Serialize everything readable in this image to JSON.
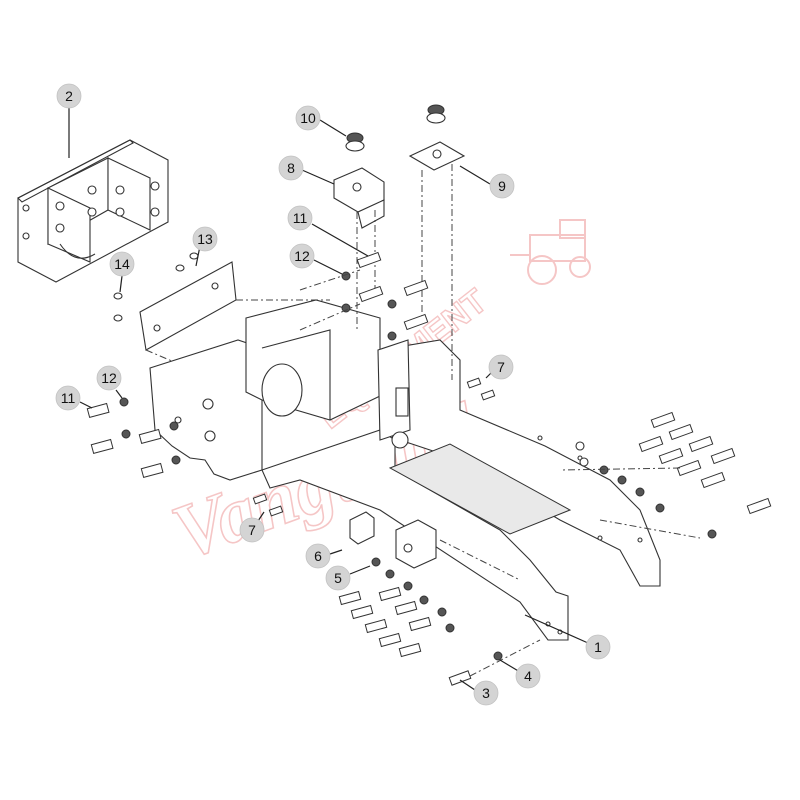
{
  "diagram": {
    "callouts": [
      {
        "id": "c1",
        "label": "1"
      },
      {
        "id": "c2",
        "label": "2"
      },
      {
        "id": "c3",
        "label": "3"
      },
      {
        "id": "c4",
        "label": "4"
      },
      {
        "id": "c5",
        "label": "5"
      },
      {
        "id": "c6",
        "label": "6"
      },
      {
        "id": "c7a",
        "label": "7"
      },
      {
        "id": "c7b",
        "label": "7"
      },
      {
        "id": "c8",
        "label": "8"
      },
      {
        "id": "c9",
        "label": "9"
      },
      {
        "id": "c10",
        "label": "10"
      },
      {
        "id": "c11a",
        "label": "11"
      },
      {
        "id": "c11b",
        "label": "11"
      },
      {
        "id": "c12a",
        "label": "12"
      },
      {
        "id": "c12b",
        "label": "12"
      },
      {
        "id": "c13",
        "label": "13"
      },
      {
        "id": "c14",
        "label": "14"
      }
    ],
    "watermark": {
      "script_text": "Vanguard",
      "block_text": "EQUIPMENT",
      "color": "#e99999"
    },
    "colors": {
      "line": "#333333",
      "callout_fill": "#d4d4d4",
      "watermark": "#e99999"
    }
  }
}
